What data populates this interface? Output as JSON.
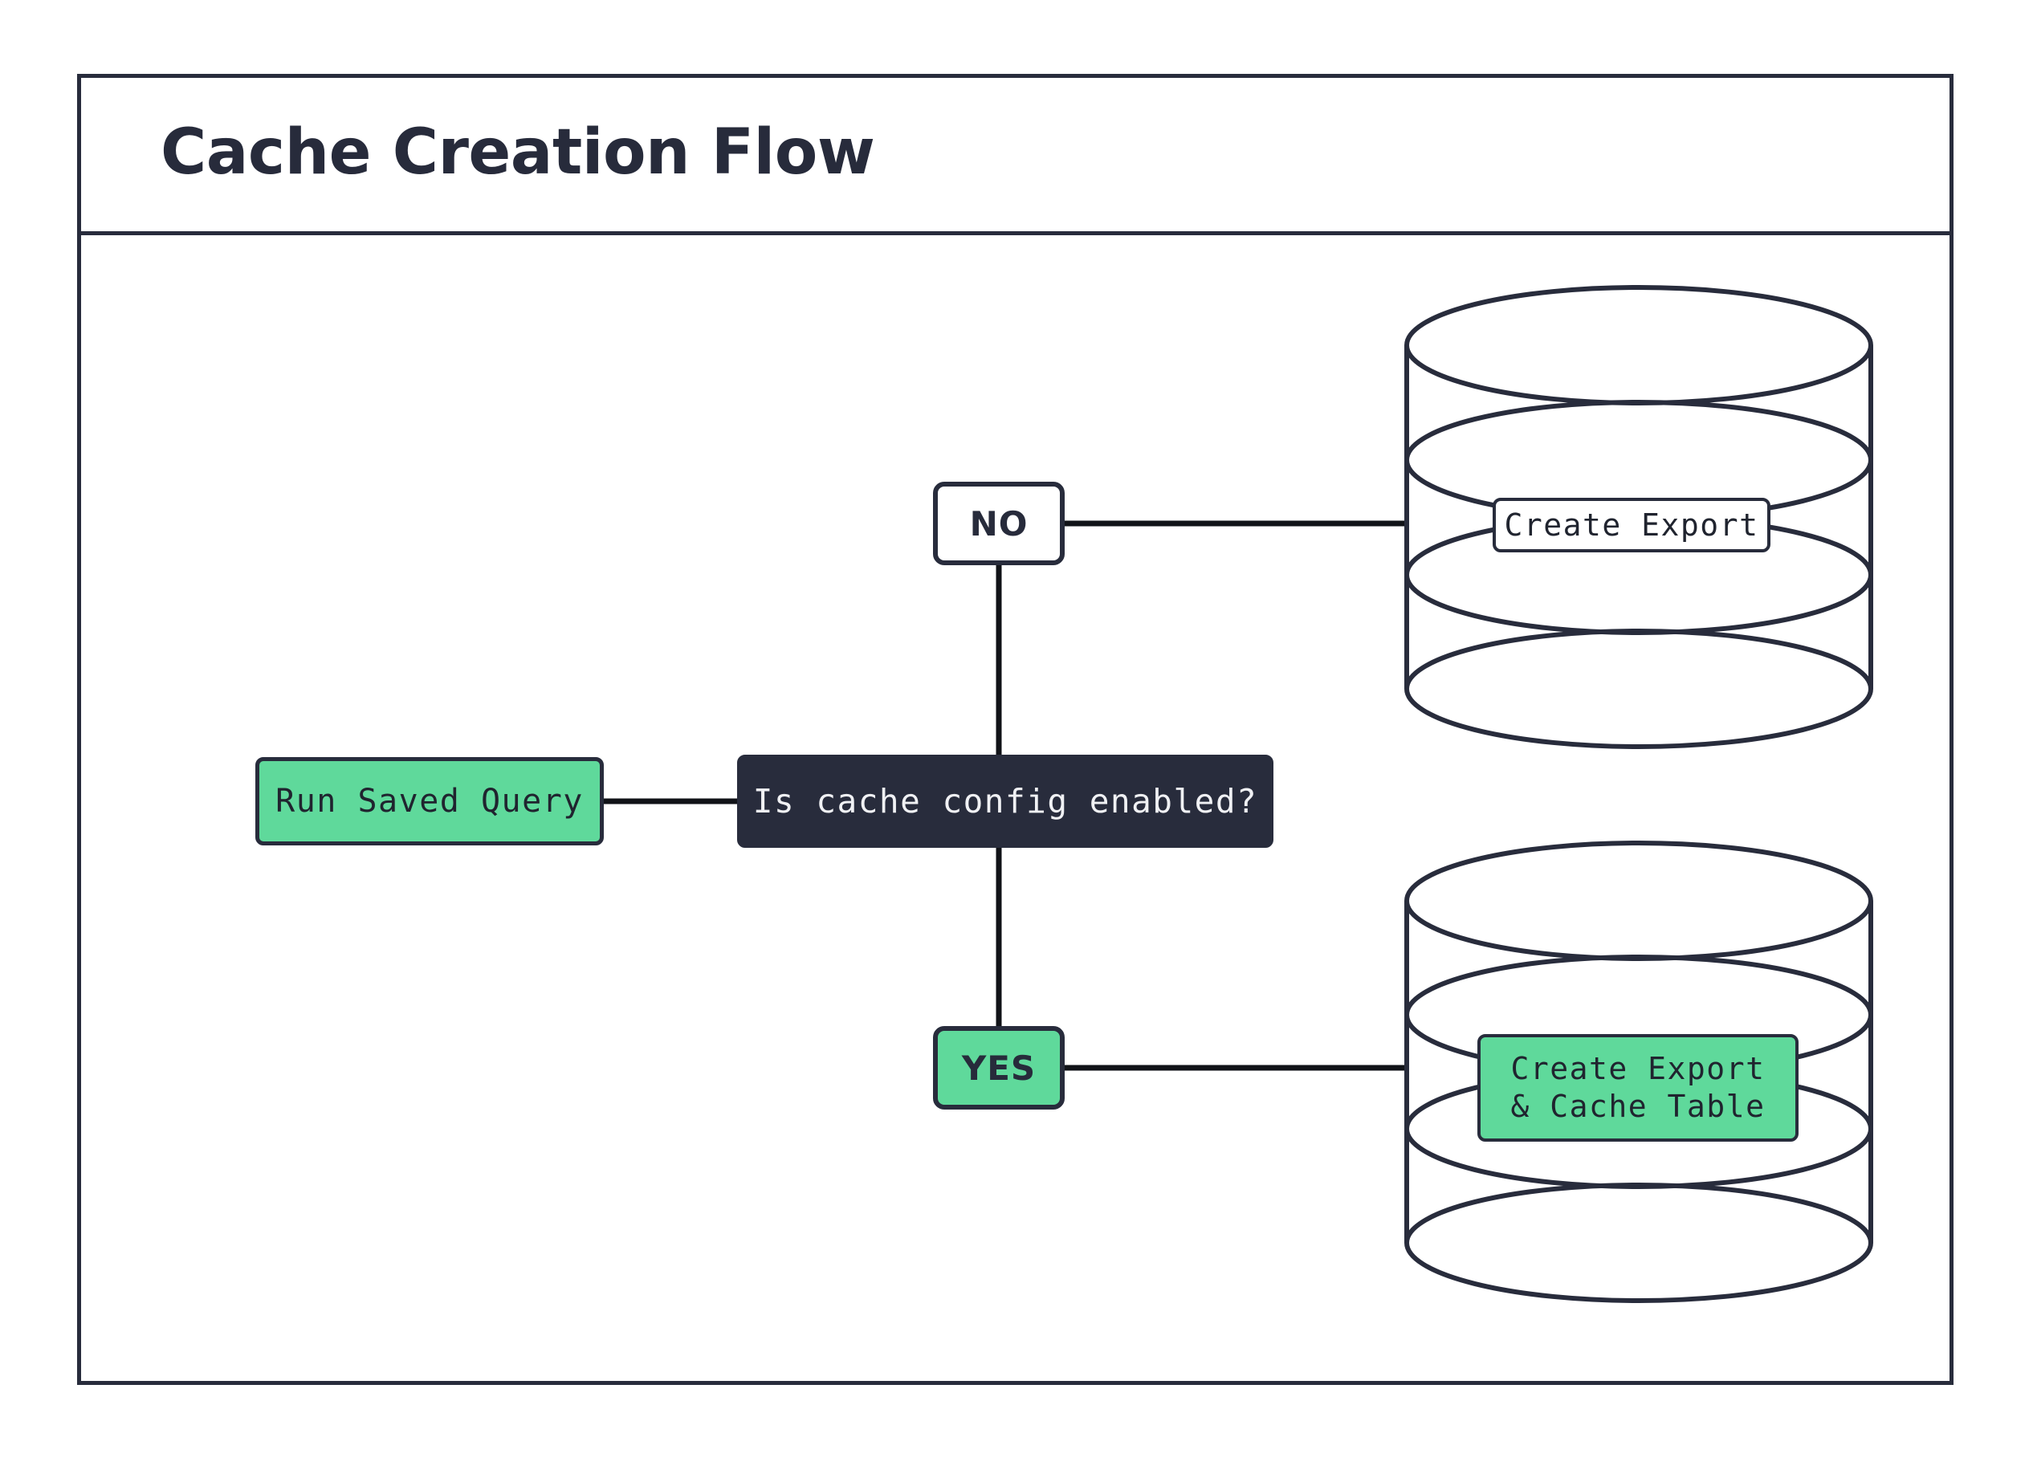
{
  "diagram": {
    "title": "Cache Creation Flow",
    "type": "flowchart",
    "colors": {
      "accent_green": "#5fd99b",
      "dark_navy": "#282c3c",
      "stroke": "#282c3c",
      "background": "#ffffff",
      "light_text": "#f0f1f4"
    },
    "nodes": {
      "run_saved_query": {
        "label": "Run Saved Query",
        "shape": "rounded-rect",
        "fill": "green"
      },
      "decision": {
        "label": "Is cache config enabled?",
        "shape": "rounded-rect",
        "fill": "dark"
      },
      "branch_no": {
        "label": "NO",
        "shape": "rounded-rect",
        "fill": "white"
      },
      "branch_yes": {
        "label": "YES",
        "shape": "rounded-rect",
        "fill": "green"
      },
      "database_top": {
        "shape": "cylinder",
        "label": "Create Export",
        "label_fill": "white"
      },
      "database_bottom": {
        "shape": "cylinder",
        "label": "Create Export\n& Cache Table",
        "label_line_1": "Create Export",
        "label_line_2": "& Cache Table",
        "label_fill": "green"
      }
    },
    "edges": [
      {
        "from": "run_saved_query",
        "to": "decision",
        "label": ""
      },
      {
        "from": "decision",
        "to": "branch_no",
        "label": ""
      },
      {
        "from": "decision",
        "to": "branch_yes",
        "label": ""
      },
      {
        "from": "branch_no",
        "to": "database_top",
        "label": ""
      },
      {
        "from": "branch_yes",
        "to": "database_bottom",
        "label": ""
      }
    ]
  }
}
